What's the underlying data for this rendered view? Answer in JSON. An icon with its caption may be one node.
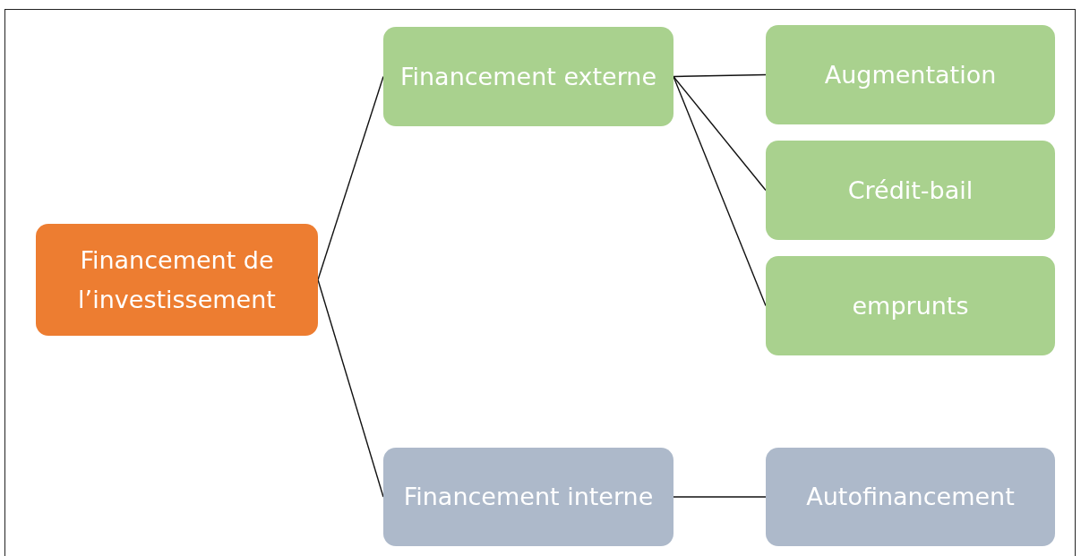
{
  "diagram": {
    "nodes": [
      {
        "text": [
          "Financement de l’investissement"
        ]
      },
      {
        "text": [
          "Financement externe"
        ]
      },
      {
        "text": [
          "Augmentation"
        ]
      },
      {
        "text": [
          "Crédit-bail"
        ]
      },
      {
        "text": [
          "emprunts"
        ]
      },
      {
        "text": [
          "Financement interne"
        ]
      },
      {
        "text": [
          "Autofinancement"
        ]
      }
    ],
    "edges": [
      {
        "from": 0,
        "to": 1,
        "arrow": "none"
      },
      {
        "from": 0,
        "to": 5,
        "arrow": "none"
      },
      {
        "from": 1,
        "to": 2,
        "arrow": "none"
      },
      {
        "from": 1,
        "to": 3,
        "arrow": "none"
      },
      {
        "from": 1,
        "to": 4,
        "arrow": "none"
      },
      {
        "from": 5,
        "to": 6,
        "arrow": "none"
      }
    ]
  }
}
